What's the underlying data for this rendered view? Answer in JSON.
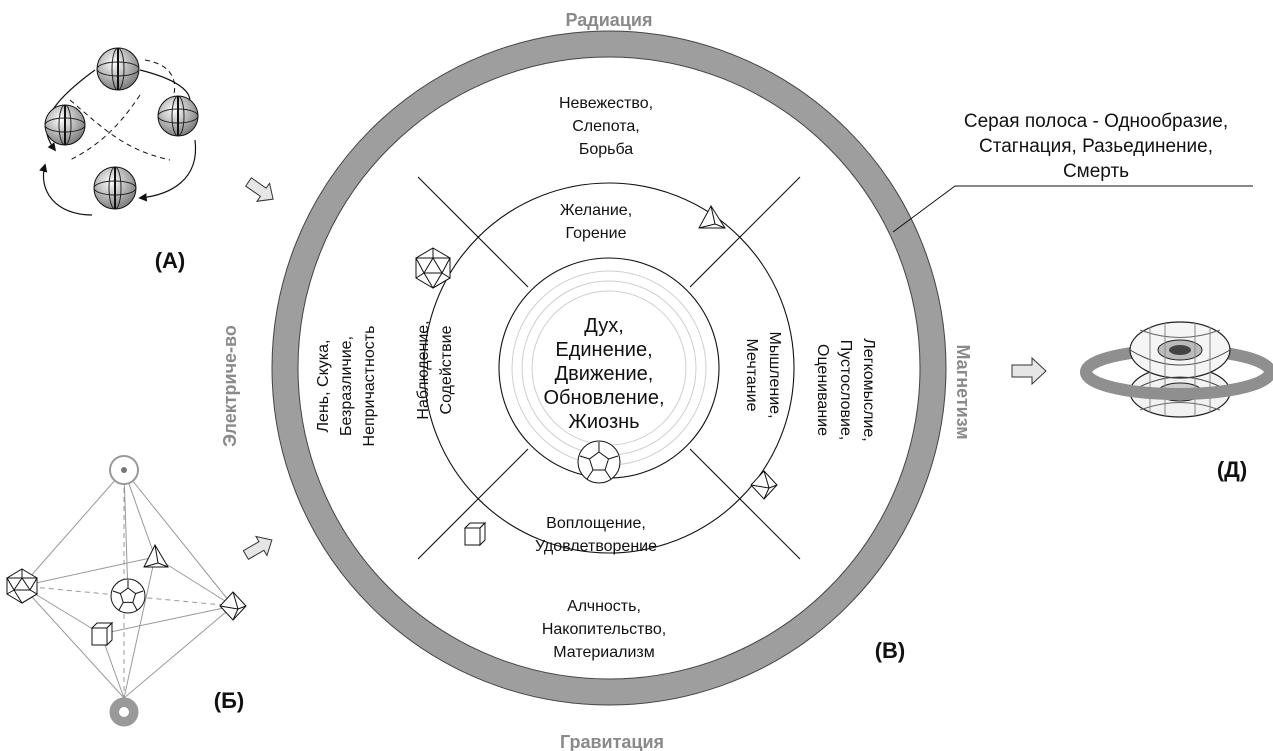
{
  "outer_ring": {
    "top": "Радиация",
    "bottom": "Гравитация",
    "left": "Электриче-во",
    "right": "Магнетизм"
  },
  "gray_band_note": [
    "Серая полоса - Однообразие,",
    "Стагнация, Разьединение,",
    "Смерть"
  ],
  "outer_sectors": {
    "top": [
      "Невежество,",
      "Слепота,",
      "Борьба"
    ],
    "bottom": [
      "Алчность,",
      "Накопительство,",
      "Материализм"
    ],
    "left": [
      "Лень, Скука,",
      "Безразличие,",
      "Непричастность"
    ],
    "right": [
      "Легкомыслие,",
      "Пустословие,",
      "Оценивание"
    ]
  },
  "inner_sectors": {
    "top": [
      "Желание,",
      "Горение"
    ],
    "bottom": [
      "Воплощение,",
      "Удовлетворение"
    ],
    "left": [
      "Наблюдение,",
      "Содействие"
    ],
    "right": [
      "Мышление,",
      "Мечтание"
    ]
  },
  "center": [
    "Дух,",
    "Единение,",
    "Движение,",
    "Обновление,",
    "Жиознь"
  ],
  "figure_labels": {
    "a": "(А)",
    "b": "(Б)",
    "c": "(В)",
    "d": "(Д)"
  },
  "colors": {
    "gray_band": "#9e9e9e",
    "gray_text": "#8a8a8a",
    "line": "#111111"
  }
}
